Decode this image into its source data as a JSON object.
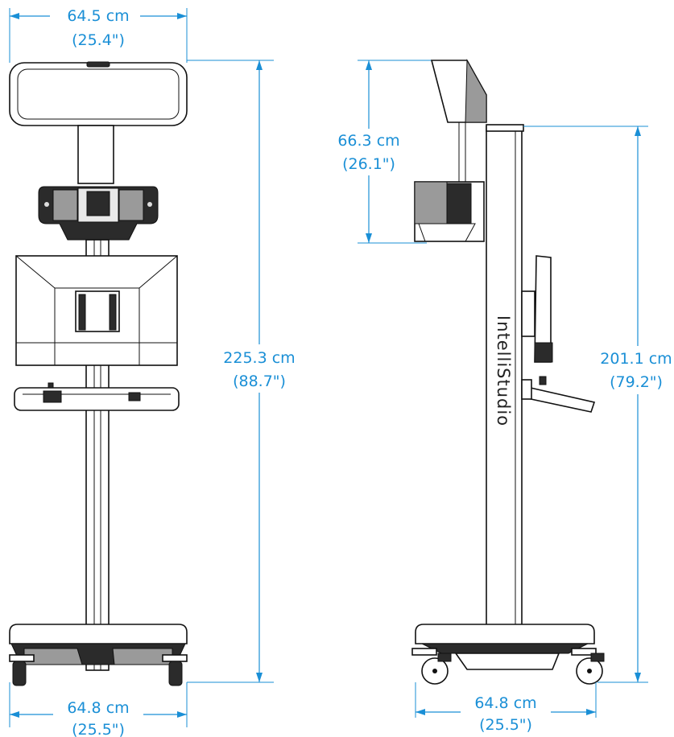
{
  "front_view": {
    "top_width": {
      "metric": "64.5 cm",
      "imperial": "(25.4\")"
    },
    "total_height": {
      "metric": "225.3 cm",
      "imperial": "(88.7\")"
    },
    "base_width": {
      "metric": "64.8 cm",
      "imperial": "(25.5\")"
    }
  },
  "side_view": {
    "head_height": {
      "metric": "66.3 cm",
      "imperial": "(26.1\")"
    },
    "column_height": {
      "metric": "201.1 cm",
      "imperial": "(79.2\")"
    },
    "base_width": {
      "metric": "64.8 cm",
      "imperial": "(25.5\")"
    },
    "brand": "IntelliStudio"
  }
}
